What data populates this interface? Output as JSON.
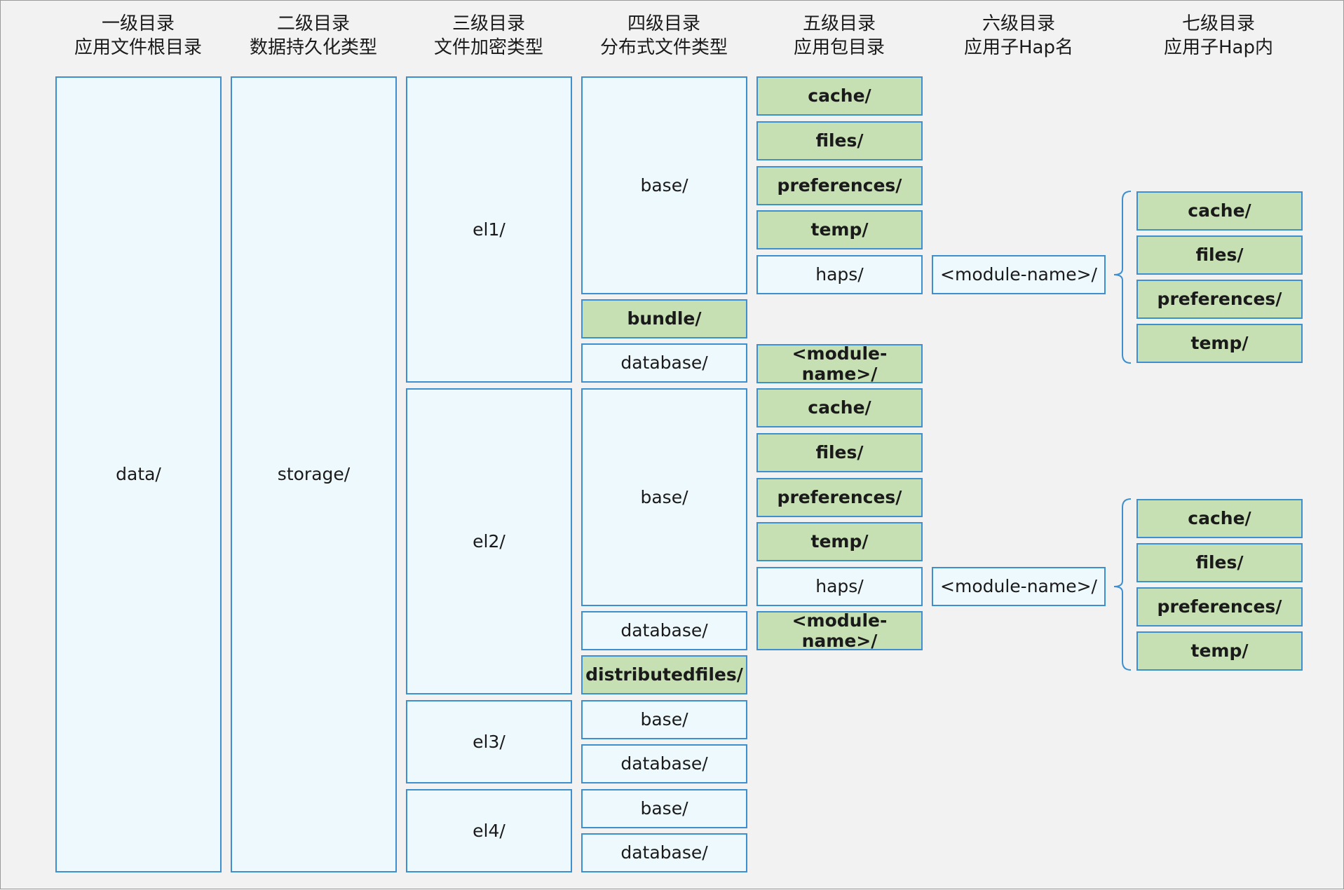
{
  "headers": [
    {
      "line1": "一级目录",
      "line2": "应用文件根目录"
    },
    {
      "line1": "二级目录",
      "line2": "数据持久化类型"
    },
    {
      "line1": "三级目录",
      "line2": "文件加密类型"
    },
    {
      "line1": "四级目录",
      "line2": "分布式文件类型"
    },
    {
      "line1": "五级目录",
      "line2": "应用包目录"
    },
    {
      "line1": "六级目录",
      "line2": "应用子Hap名"
    },
    {
      "line1": "七级目录",
      "line2": "应用子Hap内"
    }
  ],
  "level1": {
    "root": "data/"
  },
  "level2": {
    "storage": "storage/"
  },
  "level3": {
    "el1": "el1/",
    "el2": "el2/",
    "el3": "el3/",
    "el4": "el4/"
  },
  "level4": {
    "el1_base": "base/",
    "el1_bundle": "bundle/",
    "el1_database": "database/",
    "el2_base": "base/",
    "el2_database": "database/",
    "el2_distributedfiles": "distributedfiles/",
    "el3_base": "base/",
    "el3_database": "database/",
    "el4_base": "base/",
    "el4_database": "database/"
  },
  "level5": {
    "el1_base_items": [
      "cache/",
      "files/",
      "preferences/",
      "temp/",
      "haps/"
    ],
    "el1_database_item": "<module-name>/",
    "el2_base_items": [
      "cache/",
      "files/",
      "preferences/",
      "temp/",
      "haps/"
    ],
    "el2_database_item": "<module-name>/"
  },
  "level6": {
    "el1_module": "<module-name>/",
    "el2_module": "<module-name>/"
  },
  "level7": {
    "el1_items": [
      "cache/",
      "files/",
      "preferences/",
      "temp/"
    ],
    "el2_items": [
      "cache/",
      "files/",
      "preferences/",
      "temp/"
    ]
  },
  "colors": {
    "border": "#3d8fcf",
    "box_fill": "#eef9fd",
    "highlight_fill": "#c6e0b4",
    "background": "#f2f2f2"
  }
}
